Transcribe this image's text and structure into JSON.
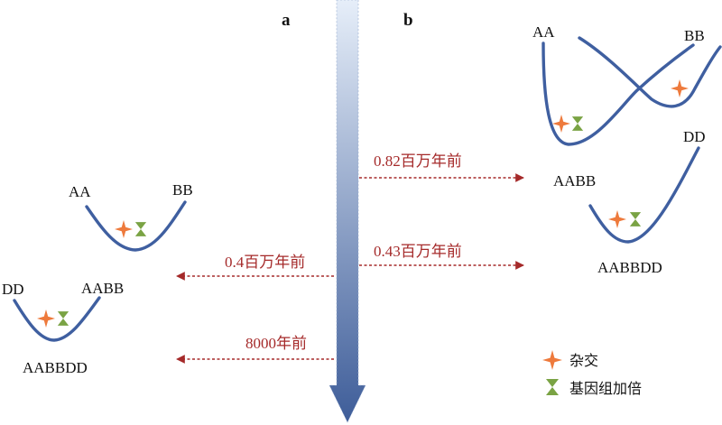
{
  "panels": {
    "a": "a",
    "b": "b"
  },
  "colors": {
    "curve": "#3f5fa0",
    "hybrid_star": "#ee7a3c",
    "doubling": "#7aa344",
    "timeline_text": "#a52a2a",
    "arrow_top": "#e6eef9",
    "arrow_bottom": "#3e5d99"
  },
  "panel_a": {
    "genome_AA": "AA",
    "genome_BB": "BB",
    "genome_DD": "DD",
    "genome_AABB": "AABB",
    "genome_AABBDD": "AABBDD"
  },
  "panel_b": {
    "genome_AA": "AA",
    "genome_BB": "BB",
    "genome_DD": "DD",
    "genome_AABB": "AABB",
    "genome_AABBDD": "AABBDD"
  },
  "timeline": {
    "b_082": "0.82百万年前",
    "b_043": "0.43百万年前",
    "a_04": "0.4百万年前",
    "a_8000": "8000年前"
  },
  "legend": {
    "hybrid": "杂交",
    "doubling": "基因组加倍",
    "hybrid_icon": "four-point-star-icon",
    "doubling_icon": "hourglass-icon"
  }
}
